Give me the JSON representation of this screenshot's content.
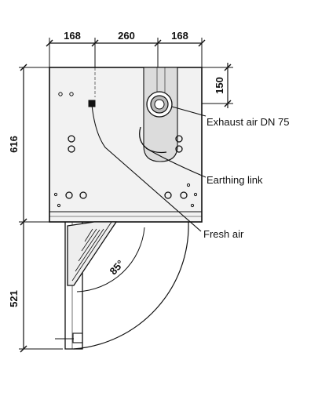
{
  "dimensions": {
    "top_left": "168",
    "top_middle": "260",
    "top_right": "168",
    "right_vertical": "150",
    "left_upper_vertical": "616",
    "left_lower_vertical": "521",
    "door_angle": "85°"
  },
  "labels": {
    "exhaust_air": "Exhaust air DN 75",
    "earthing_link": "Earthing link",
    "fresh_air": "Fresh air"
  },
  "colors": {
    "line": "#111111",
    "body_fill": "#f2f2f2",
    "pipe_fill": "#dcdcdc"
  }
}
